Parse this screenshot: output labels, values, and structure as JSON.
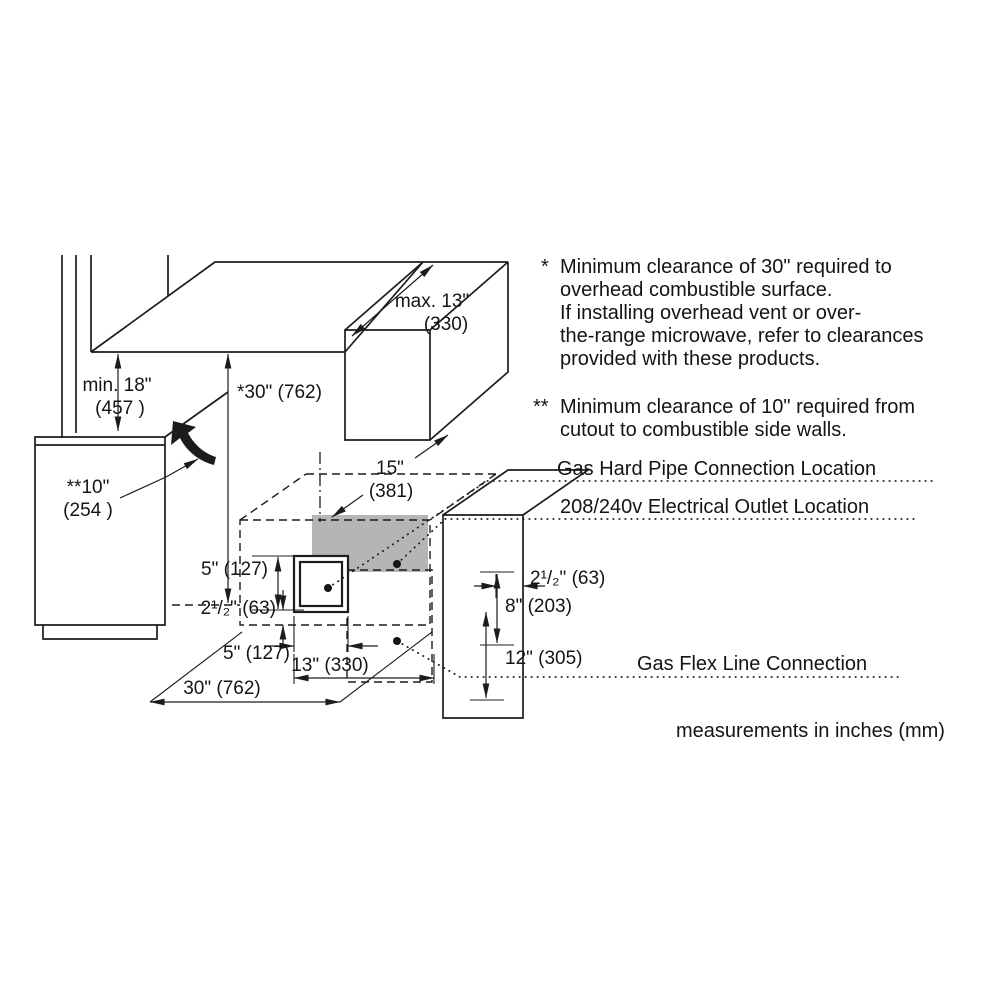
{
  "notes": {
    "note1_marker": "*",
    "note1_lines": [
      "Minimum clearance of 30\" required to",
      "overhead combustible surface.",
      "If installing overhead vent or over-",
      "the-range microwave, refer to clearances",
      "provided with these products."
    ],
    "note2_marker": "**",
    "note2_lines": [
      "Minimum clearance of 10\" required from",
      "cutout to combustible side walls."
    ],
    "footer": "measurements in inches (mm)"
  },
  "callouts": {
    "gas_hard_pipe": "Gas Hard Pipe Connection Location",
    "electrical_outlet": "208/240v Electrical Outlet Location",
    "gas_flex": "Gas Flex Line Connection"
  },
  "dims": {
    "max13_a": "max. 13\"",
    "max13_b": "(330)",
    "min18_a": "min. 18\"",
    "min18_b": "(457 )",
    "star30": "*30\" (762)",
    "star10_a": "**10\"",
    "star10_b": "(254 )",
    "d15_a": "15\"",
    "d15_b": "(381)",
    "d5_left": "5\" (127)",
    "d2half_left": "2¹/₂\" (63)",
    "d5_bottom": "5\" (127)",
    "d13": "13\" (330)",
    "d30": "30\" (762)",
    "d2half_right": "2¹/₂\" (63)",
    "d8": "8\" (203)",
    "d12": "12\" (305)"
  },
  "colors": {
    "zone_dark": "#b5b5b5",
    "zone_light": "#dedede"
  }
}
